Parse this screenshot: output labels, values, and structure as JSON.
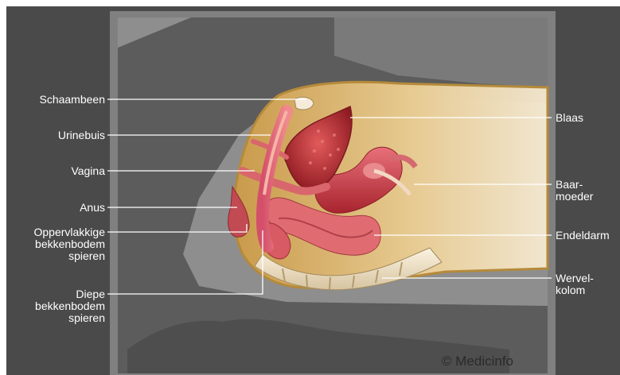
{
  "labels_left": [
    {
      "text": "Schaambeen"
    },
    {
      "text": "Urinebuis"
    },
    {
      "text": "Vagina"
    },
    {
      "text": "Anus"
    },
    {
      "text": "Oppervlakkige bekkenbodem spieren",
      "lines": [
        "Oppervlakkige",
        "bekkenbodem",
        "spieren"
      ]
    },
    {
      "text": "Diepe bekkenbodem spieren",
      "lines": [
        "Diepe",
        "bekkenbodem",
        "spieren"
      ]
    }
  ],
  "labels_right": [
    {
      "text": "Blaas"
    },
    {
      "text": "Baar- moeder",
      "lines": [
        "Baar-",
        "moeder"
      ]
    },
    {
      "text": "Endeldarm"
    },
    {
      "text": "Wervel- kolom",
      "lines": [
        "Wervel-",
        "kolom"
      ]
    }
  ],
  "copyright": "© Medicinfo",
  "colors": {
    "outer_background": "#4a4a4a",
    "panel_background": "#8a8a8a",
    "silhouette": "#5a5a5a",
    "section_fill": "#e8c784",
    "organ_red": "#c8323c",
    "label_text": "#ffffff"
  }
}
